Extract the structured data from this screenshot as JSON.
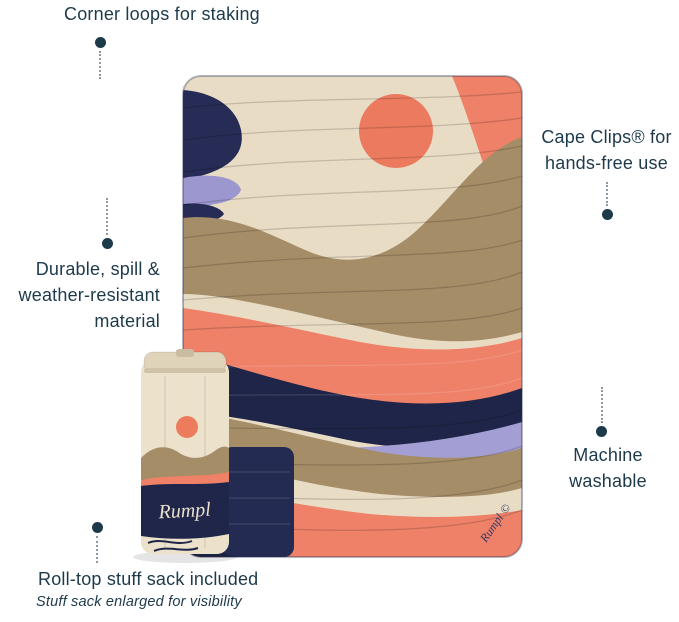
{
  "annotations": {
    "corner_loops": {
      "label": "Corner loops for staking"
    },
    "cape_clips": {
      "line1": "Cape Clips® for",
      "line2": "hands-free use"
    },
    "durable": {
      "line1": "Durable, spill &",
      "line2": "weather-resistant",
      "line3": "material"
    },
    "machine_washable": {
      "line1": "Machine",
      "line2": "washable"
    },
    "stuff_sack": {
      "label": "Roll-top stuff sack included",
      "note": "Stuff sack enlarged for visibility"
    }
  },
  "product": {
    "stuff_sack_logo": "Rumpl",
    "blanket_watermark": "Rumpl ©"
  },
  "colors": {
    "label_text": "#1d3a4b",
    "callout_dot": "#1d3a4b",
    "leader_line": "#8d9ba4",
    "blanket_cream": "#e9dcc5",
    "blanket_tan": "#a58d68",
    "blanket_coral": "#ee8168",
    "blanket_navy": "#1f2548",
    "blanket_lavender": "#a39ed4"
  }
}
